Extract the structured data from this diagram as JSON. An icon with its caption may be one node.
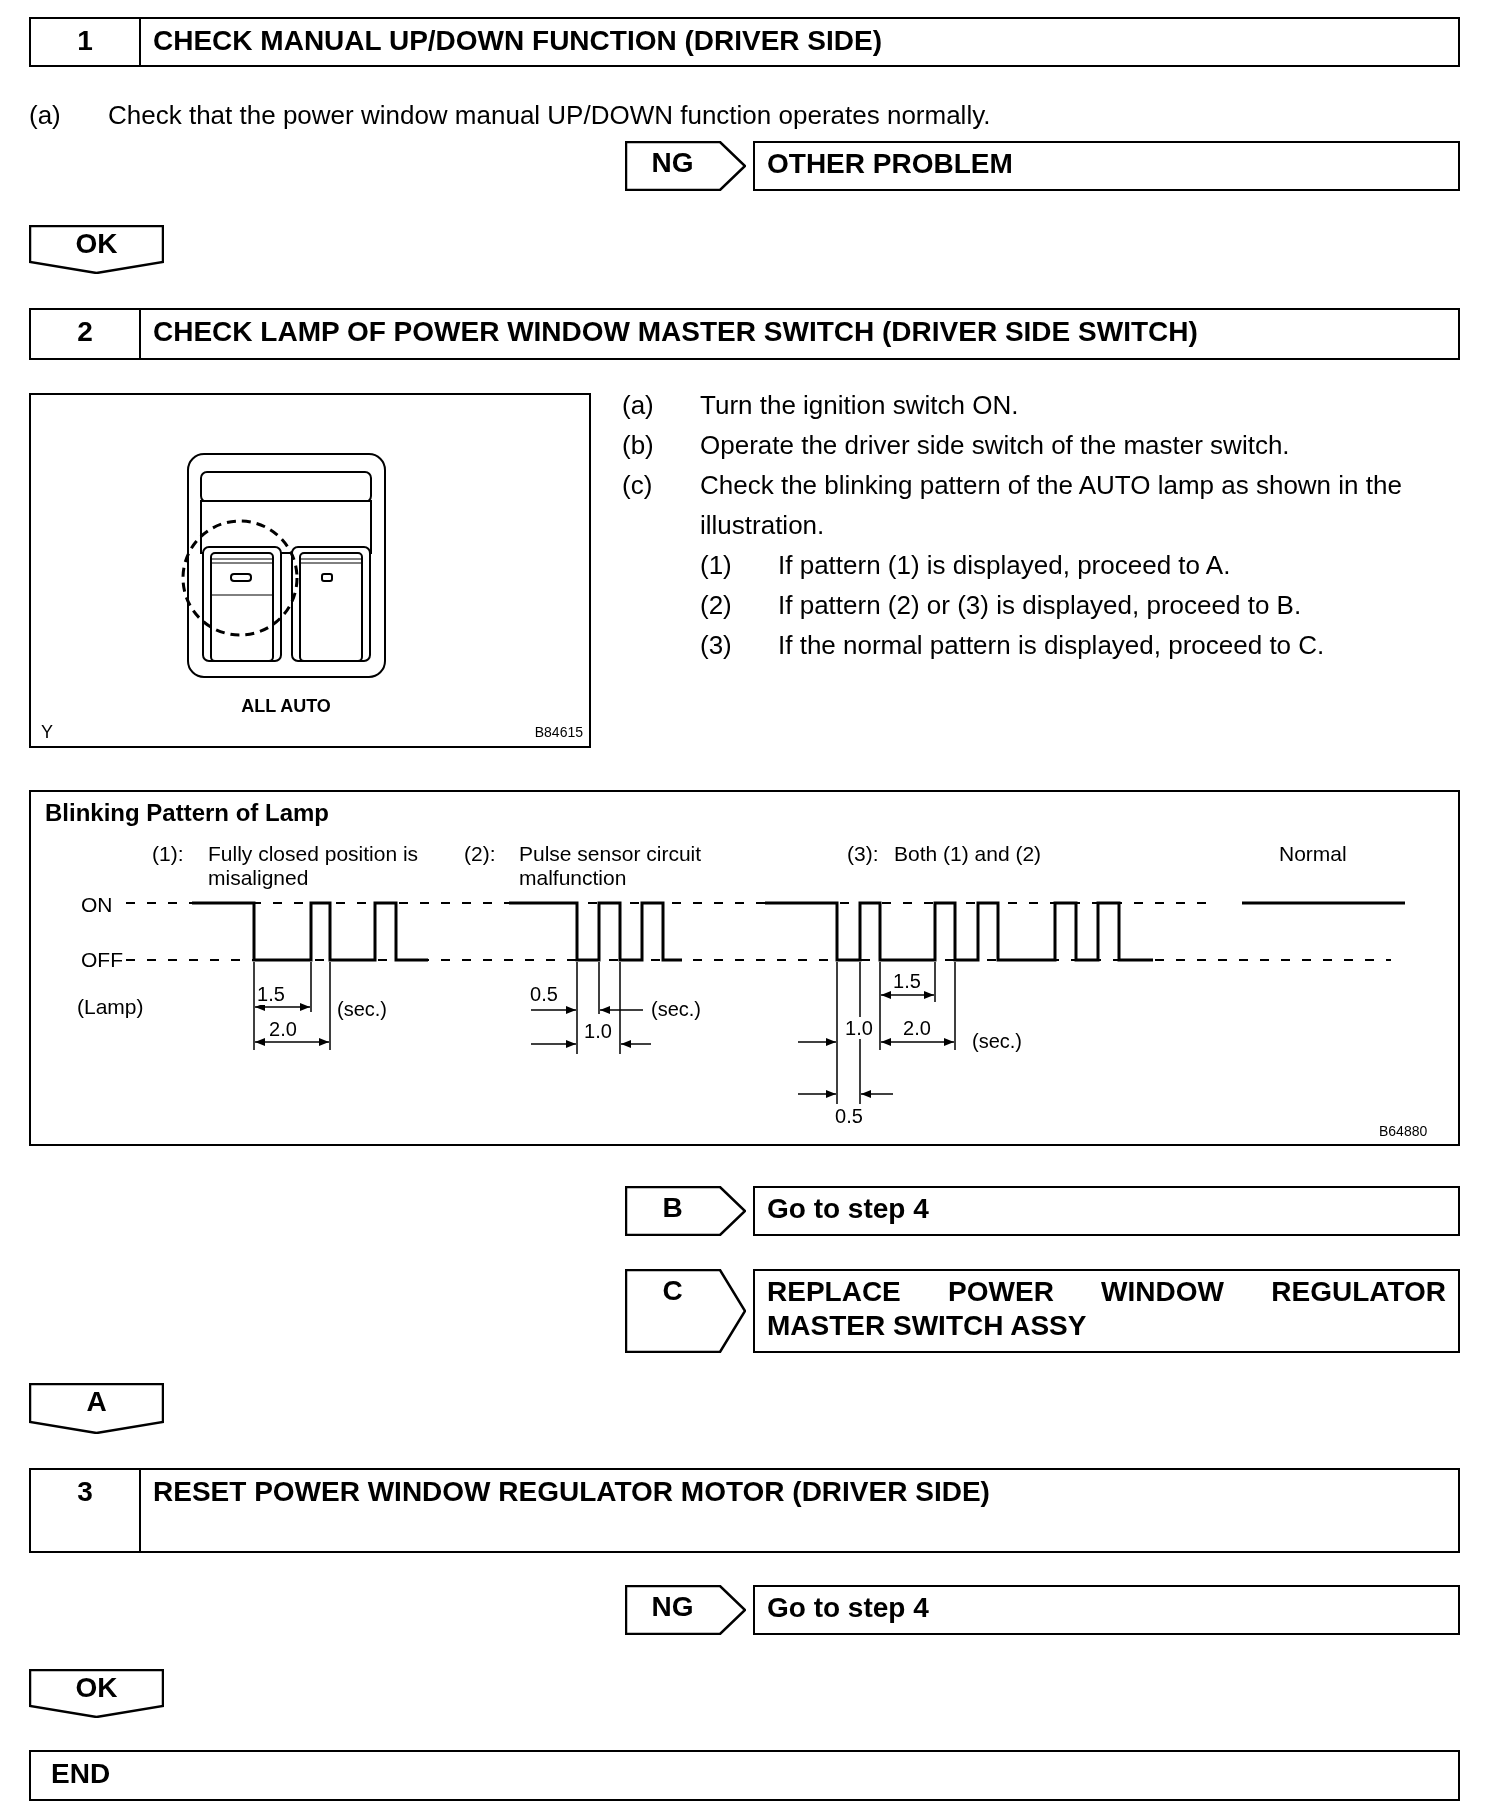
{
  "diagram": {
    "nodes": [
      {
        "text": [
          "1",
          "CHECK MANUAL UP/DOWN FUNCTION (DRIVER SIDE)"
        ]
      },
      {
        "text": [
          "NG"
        ]
      },
      {
        "text": [
          "OTHER PROBLEM"
        ]
      },
      {
        "text": [
          "OK"
        ]
      },
      {
        "text": [
          "2",
          "CHECK LAMP OF POWER WINDOW MASTER SWITCH (DRIVER SIDE SWITCH)"
        ]
      },
      {
        "text": [
          "ALL AUTO",
          "Y",
          "B84615"
        ]
      },
      {
        "text": [
          "Blinking Pattern of Lamp"
        ]
      },
      {
        "text": [
          "B"
        ]
      },
      {
        "text": [
          "Go to step 4"
        ]
      },
      {
        "text": [
          "C"
        ]
      },
      {
        "text": [
          "REPLACE POWER WINDOW REGULATOR MASTER SWITCH ASSY"
        ]
      },
      {
        "text": [
          "A"
        ]
      },
      {
        "text": [
          "3",
          "RESET POWER WINDOW REGULATOR MOTOR (DRIVER SIDE)"
        ]
      },
      {
        "text": [
          "NG"
        ]
      },
      {
        "text": [
          "Go to step 4"
        ]
      },
      {
        "text": [
          "OK"
        ]
      },
      {
        "text": [
          "END"
        ]
      }
    ],
    "labels": [
      "(a)",
      "Check that the power window manual UP/DOWN function operates normally.",
      "(a)",
      "Turn the ignition switch ON.",
      "(b)",
      "Operate the driver side switch of the master switch.",
      "(c)",
      "Check the blinking pattern of the AUTO lamp as shown in the illustration.",
      "(1)",
      "If pattern (1) is displayed, proceed to A.",
      "(2)",
      "If pattern (2) or (3) is displayed, proceed to B.",
      "(3)",
      "If the normal pattern is displayed, proceed to C.",
      "(1):",
      "Fully closed position is misaligned",
      "(2):",
      "Pulse sensor circuit malfunction",
      "(3):",
      "Both (1) and (2)",
      "Normal",
      "ON",
      "OFF",
      "(Lamp)",
      "1.5",
      "2.0",
      "(sec.)",
      "0.5",
      "1.0",
      "(sec.)",
      "1.5",
      "1.0",
      "2.0",
      "(sec.)",
      "0.5",
      "B64880"
    ]
  }
}
